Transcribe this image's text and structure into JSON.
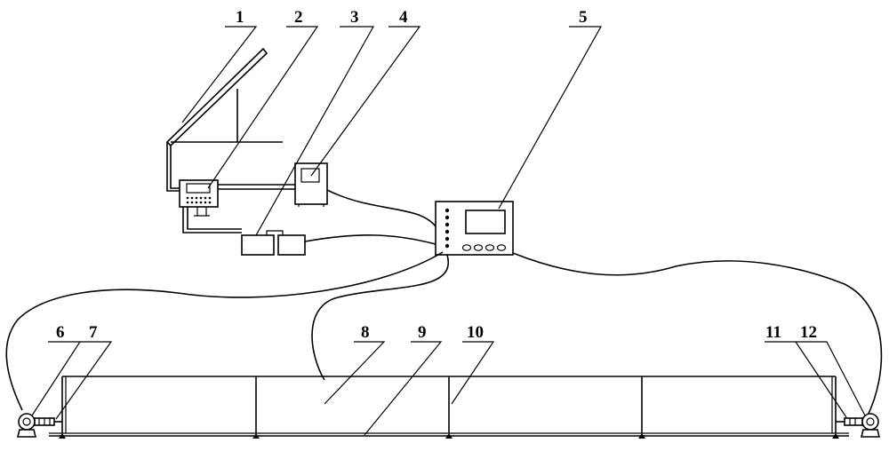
{
  "colors": {
    "line": "#000000",
    "background": "#ffffff"
  },
  "labels": [
    "1",
    "2",
    "3",
    "4",
    "5",
    "6",
    "7",
    "8",
    "9",
    "10",
    "11",
    "12"
  ]
}
